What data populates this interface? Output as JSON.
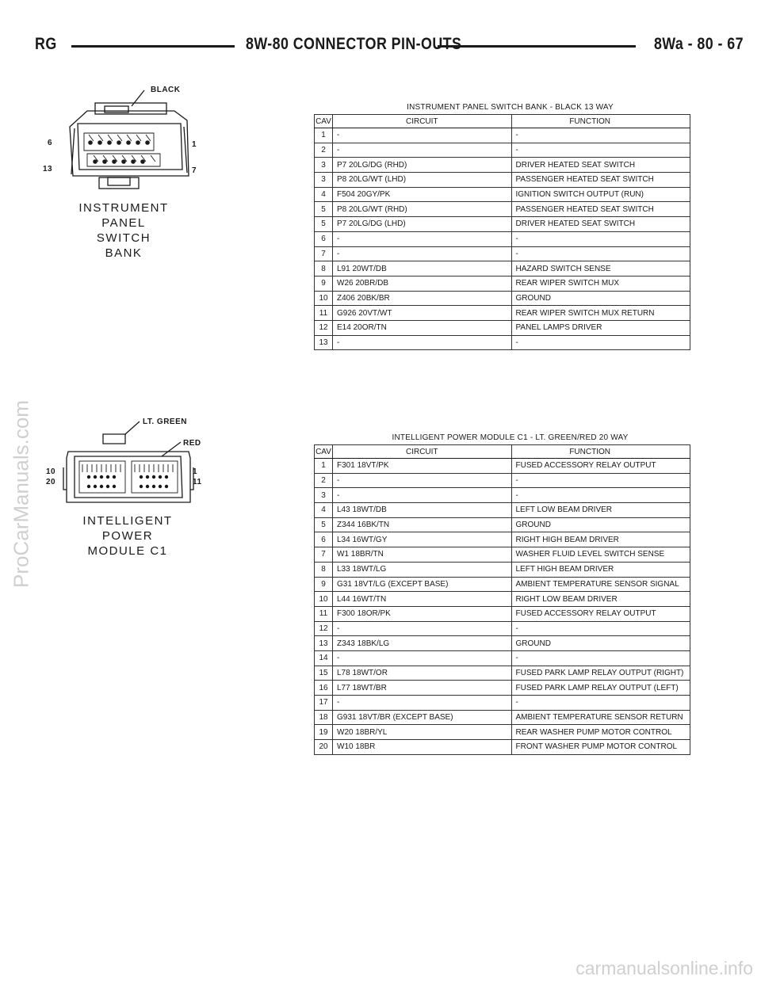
{
  "header": {
    "left": "RG",
    "center": "8W-80 CONNECTOR PIN-OUTS",
    "right": "8Wa - 80 - 67"
  },
  "connector1": {
    "color_label": "BLACK",
    "pin_labels": [
      "6",
      "13",
      "1",
      "7"
    ],
    "name_lines": [
      "INSTRUMENT",
      "PANEL",
      "SWITCH",
      "BANK"
    ]
  },
  "connector2": {
    "color_labels": [
      "LT. GREEN",
      "RED"
    ],
    "pin_labels": [
      "10",
      "20",
      "1",
      "11"
    ],
    "name_lines": [
      "INTELLIGENT",
      "POWER",
      "MODULE C1"
    ]
  },
  "table1": {
    "title": "INSTRUMENT PANEL SWITCH BANK - BLACK 13 WAY",
    "headers": [
      "CAV",
      "CIRCUIT",
      "FUNCTION"
    ],
    "rows": [
      [
        "1",
        "-",
        "-"
      ],
      [
        "2",
        "-",
        "-"
      ],
      [
        "3",
        "P7 20LG/DG (RHD)",
        "DRIVER HEATED SEAT SWITCH"
      ],
      [
        "3",
        "P8 20LG/WT (LHD)",
        "PASSENGER HEATED SEAT SWITCH"
      ],
      [
        "4",
        "F504 20GY/PK",
        "IGNITION SWITCH OUTPUT (RUN)"
      ],
      [
        "5",
        "P8 20LG/WT (RHD)",
        "PASSENGER HEATED SEAT SWITCH"
      ],
      [
        "5",
        "P7 20LG/DG (LHD)",
        "DRIVER HEATED SEAT SWITCH"
      ],
      [
        "6",
        "-",
        "-"
      ],
      [
        "7",
        "-",
        "-"
      ],
      [
        "8",
        "L91 20WT/DB",
        "HAZARD SWITCH SENSE"
      ],
      [
        "9",
        "W26 20BR/DB",
        "REAR WIPER SWITCH MUX"
      ],
      [
        "10",
        "Z406 20BK/BR",
        "GROUND"
      ],
      [
        "11",
        "G926 20VT/WT",
        "REAR WIPER SWITCH MUX RETURN"
      ],
      [
        "12",
        "E14 20OR/TN",
        "PANEL LAMPS DRIVER"
      ],
      [
        "13",
        "-",
        "-"
      ]
    ]
  },
  "table2": {
    "title": "INTELLIGENT POWER MODULE C1 - LT. GREEN/RED 20 WAY",
    "headers": [
      "CAV",
      "CIRCUIT",
      "FUNCTION"
    ],
    "rows": [
      [
        "1",
        "F301 18VT/PK",
        "FUSED ACCESSORY RELAY OUTPUT"
      ],
      [
        "2",
        "-",
        "-"
      ],
      [
        "3",
        "-",
        "-"
      ],
      [
        "4",
        "L43 18WT/DB",
        "LEFT LOW BEAM DRIVER"
      ],
      [
        "5",
        "Z344 16BK/TN",
        "GROUND"
      ],
      [
        "6",
        "L34 16WT/GY",
        "RIGHT HIGH BEAM DRIVER"
      ],
      [
        "7",
        "W1 18BR/TN",
        "WASHER FLUID LEVEL SWITCH SENSE"
      ],
      [
        "8",
        "L33 18WT/LG",
        "LEFT HIGH BEAM DRIVER"
      ],
      [
        "9",
        "G31 18VT/LG (EXCEPT BASE)",
        "AMBIENT TEMPERATURE SENSOR SIGNAL"
      ],
      [
        "10",
        "L44 16WT/TN",
        "RIGHT LOW BEAM DRIVER"
      ],
      [
        "11",
        "F300 18OR/PK",
        "FUSED ACCESSORY RELAY OUTPUT"
      ],
      [
        "12",
        "-",
        "-"
      ],
      [
        "13",
        "Z343 18BK/LG",
        "GROUND"
      ],
      [
        "14",
        "-",
        "-"
      ],
      [
        "15",
        "L78 18WT/OR",
        "FUSED PARK LAMP RELAY OUTPUT (RIGHT)"
      ],
      [
        "16",
        "L77 18WT/BR",
        "FUSED PARK LAMP RELAY OUTPUT (LEFT)"
      ],
      [
        "17",
        "-",
        "-"
      ],
      [
        "18",
        "G931 18VT/BR (EXCEPT BASE)",
        "AMBIENT TEMPERATURE SENSOR RETURN"
      ],
      [
        "19",
        "W20 18BR/YL",
        "REAR WASHER PUMP MOTOR CONTROL"
      ],
      [
        "20",
        "W10 18BR",
        "FRONT WASHER PUMP MOTOR CONTROL"
      ]
    ]
  },
  "watermarks": {
    "side": "ProCarManuals.com",
    "bottom": "carmanualsonline.info"
  }
}
